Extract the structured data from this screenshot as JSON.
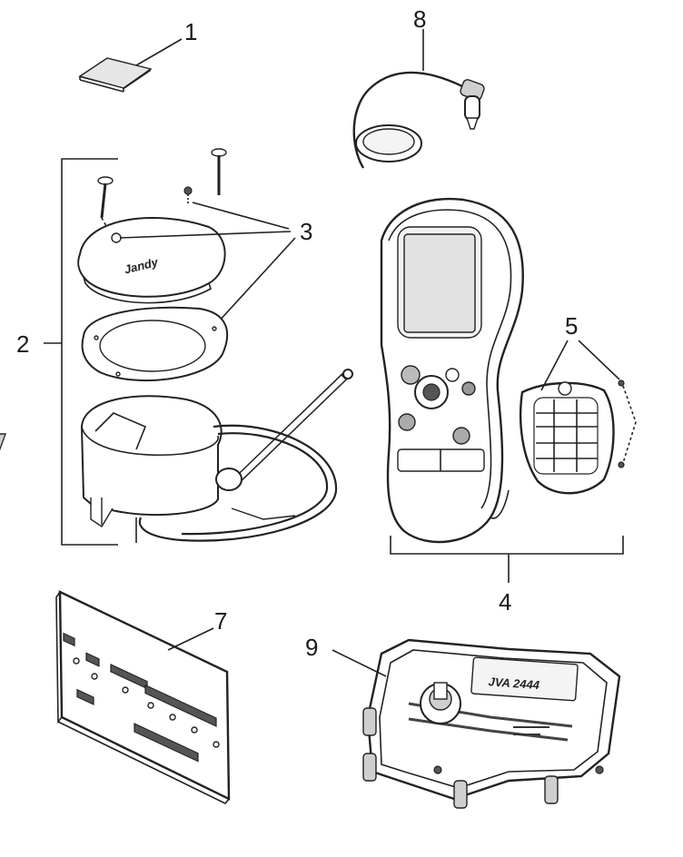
{
  "callouts": {
    "c1": "1",
    "c2": "2",
    "c3": "3",
    "c4": "4",
    "c5": "5",
    "c7": "7",
    "c8": "8",
    "c9": "9"
  },
  "parts": {
    "lid_logo": "Jandy",
    "module_label": "JVA 2444"
  }
}
